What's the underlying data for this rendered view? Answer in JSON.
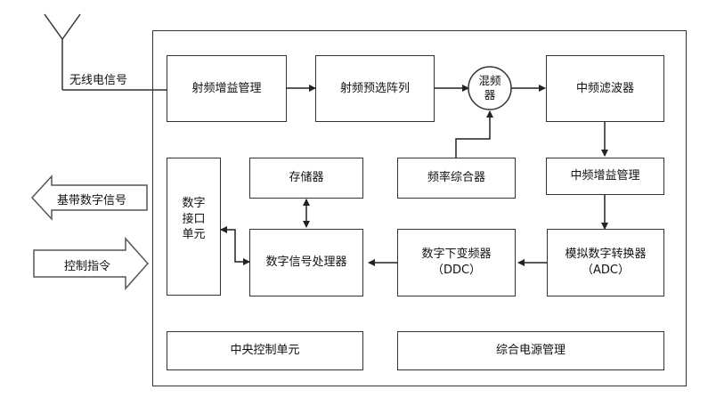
{
  "external": {
    "antenna_label": "无线电信号",
    "baseband_out": "基带数字信号",
    "control_in": "控制指令"
  },
  "blocks": {
    "rf_gain": "射频增益管理",
    "rf_preselect": "射频预选阵列",
    "mixer": "混频\n器",
    "if_filter": "中频滤波器",
    "storage": "存储器",
    "freq_synth": "频率综合器",
    "if_gain": "中频增益管理",
    "digital_interface": "数字\n接口\n单元",
    "dsp": "数字信号处理器",
    "ddc": "数字下变频器\n（DDC）",
    "adc": "模拟数字转换器\n（ADC）",
    "central_control": "中央控制单元",
    "power_mgmt": "综合电源管理"
  }
}
